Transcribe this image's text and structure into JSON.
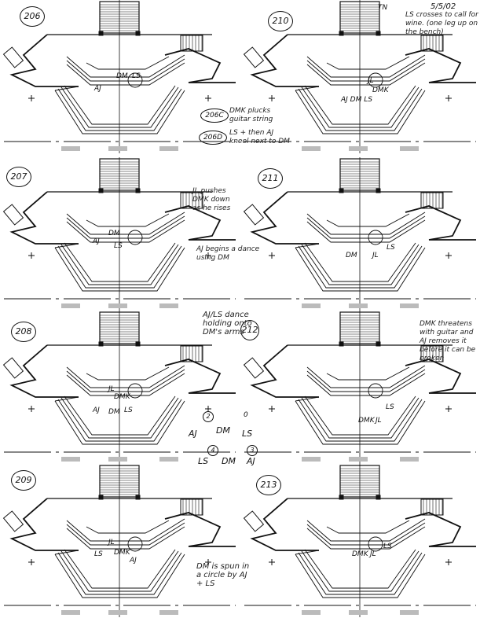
{
  "date": "5/5/02",
  "panels": [
    {
      "number": "206",
      "labels": [
        "AJ",
        "DM",
        "LS"
      ],
      "notes": [
        "206C",
        "DMK plucks guitar string",
        "206D",
        "LS + then AJ kneel next to DM"
      ]
    },
    {
      "number": "210",
      "labels": [
        "TN",
        "JL",
        "DMK",
        "AJ DM LS"
      ],
      "notes": [
        "LS crosses to call for wine. (one leg up on the bench)"
      ]
    },
    {
      "number": "207",
      "labels": [
        "AJ",
        "DM",
        "LS"
      ],
      "notes": [
        "JL pushes DMK down as he rises",
        "AJ begins a dance using DM"
      ]
    },
    {
      "number": "211",
      "labels": [
        "DM",
        "JL",
        "LS"
      ],
      "notes": []
    },
    {
      "number": "208",
      "labels": [
        "JL",
        "DMK",
        "AJ",
        "DM",
        "LS"
      ],
      "notes": [
        "AJ/LS dance holding onto DM's arms"
      ],
      "sequence": [
        {
          "marks": [
            "2",
            "0"
          ],
          "names": [
            "AJ",
            "DM",
            "LS"
          ]
        },
        {
          "marks": [
            "4",
            "3"
          ],
          "names": [
            "LS",
            "DM",
            "AJ"
          ]
        }
      ]
    },
    {
      "number": "212",
      "labels": [
        "LS",
        "DMK",
        "JL"
      ],
      "notes": [
        "DMK threatens with guitar and AJ removes it before it can be broken"
      ]
    },
    {
      "number": "209",
      "labels": [
        "JL",
        "DMK",
        "LS",
        "AJ"
      ],
      "notes": [
        "DM is spun in a circle by AJ + LS"
      ]
    },
    {
      "number": "213",
      "labels": [
        "DMK",
        "JL",
        "LS"
      ],
      "notes": []
    }
  ]
}
